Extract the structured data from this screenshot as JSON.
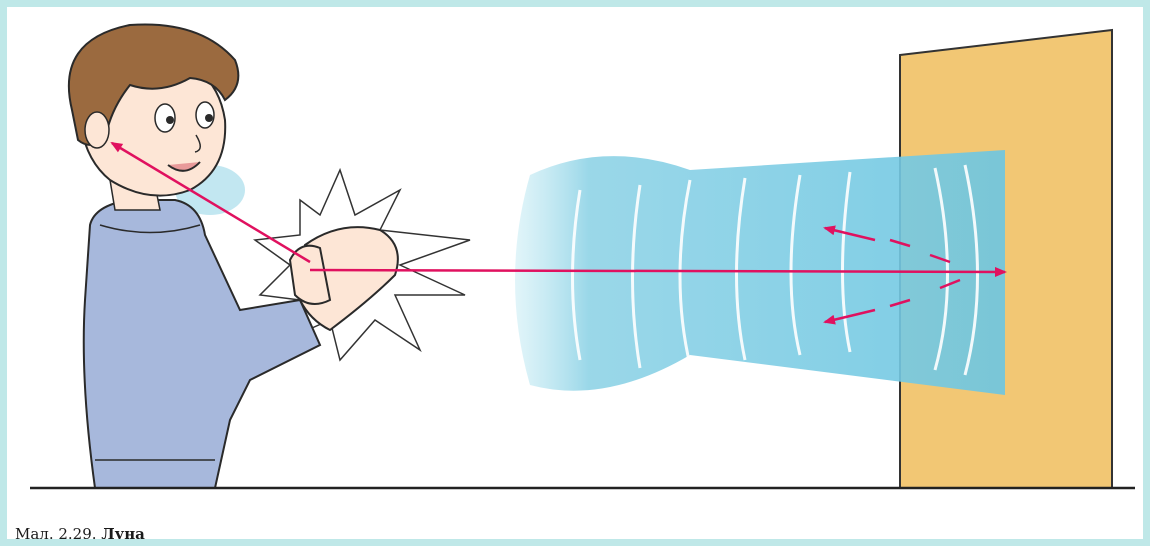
{
  "caption": {
    "label": "Мал. 2.29.",
    "title": "Луна"
  },
  "colors": {
    "frame_border": "#bfe8e8",
    "wall": "#f2c774",
    "sound_wave": "#8fd3e6",
    "arrow": "#e0115f",
    "sweater": "#a7b8dc",
    "hair": "#9b6a3f",
    "skin": "#fde6d6",
    "ground": "#222222"
  },
  "icons": {
    "boy": "boy-clapping-figure",
    "clap": "clap-burst-star",
    "wave": "sound-wave-beam",
    "wall": "reflecting-wall",
    "arrows": "sound-direction-arrows"
  }
}
